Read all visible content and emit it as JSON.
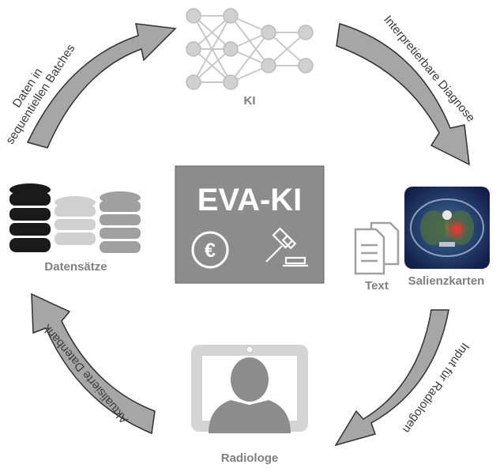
{
  "center": {
    "title": "EVA-KI",
    "icons": [
      "euro-icon",
      "gavel-icon"
    ]
  },
  "nodes": {
    "ki": "KI",
    "datasets": "Datensätze",
    "text": "Text",
    "saliency": "Salienzkarten",
    "radiologist": "Radiologe"
  },
  "arrows": {
    "top_left": [
      "Daten in",
      "sequentiellen Batches"
    ],
    "top_right": "Interpretierbare Diagnose",
    "bottom_right": "Input für Radiologen",
    "bottom_left": "Aktualisierte Datenbank"
  },
  "colors": {
    "center_box": "#8c8c8c",
    "arrow_fill": "#a6a6a6",
    "arrow_stroke": "#303030",
    "caption": "#7f7f7f",
    "icon_gray": "#c8c8c8",
    "db_black": "#1a1a1a",
    "db_light": "#d0d0d0",
    "db_mid": "#a0a0a0"
  }
}
